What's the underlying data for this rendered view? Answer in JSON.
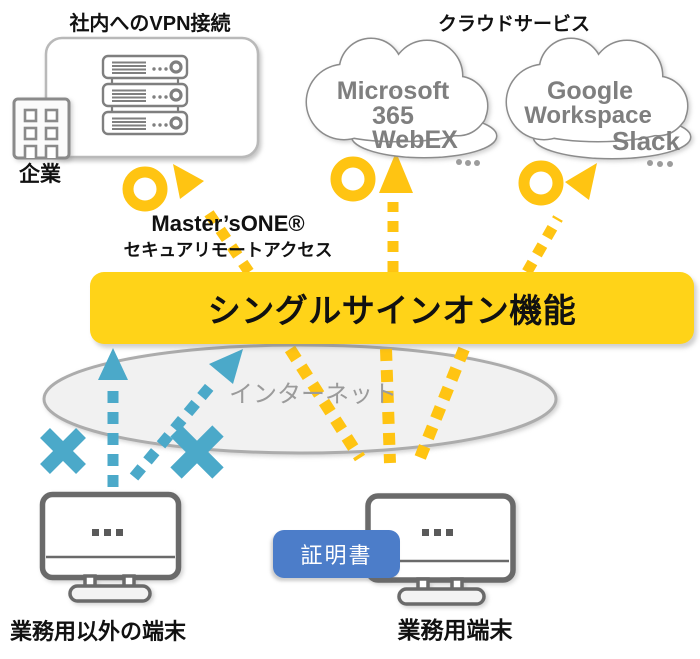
{
  "titles": {
    "vpn": "社内へのVPN接続",
    "cloud": "クラウドサービス"
  },
  "company_label": "企業",
  "clouds": {
    "microsoft": {
      "line1": "Microsoft",
      "line2": "365",
      "line3": "WebEX"
    },
    "google": {
      "line1": "Google",
      "line2": "Workspace",
      "line3": "Slack"
    }
  },
  "product": {
    "name": "Master’sONE®",
    "subtitle": "セキュアリモートアクセス"
  },
  "sso_banner": "シングルサインオン機能",
  "internet_label": "インターネット",
  "cert_badge": "証明書",
  "terminals": {
    "non_business": "業務用以外の端末",
    "business": "業務用端末"
  },
  "colors": {
    "accent_yellow": "#FFC412",
    "banner_yellow": "#FFD318",
    "blocked_blue": "#4BA9C9",
    "certificate_blue": "#4C7DC9",
    "cloud_outline_gray": "#8C8C8C",
    "device_outline_gray": "#6A6A6A",
    "label_text_gray": "#7F7F7F",
    "internet_fill": "#F1F1F1",
    "internet_border": "#ACACAC"
  }
}
